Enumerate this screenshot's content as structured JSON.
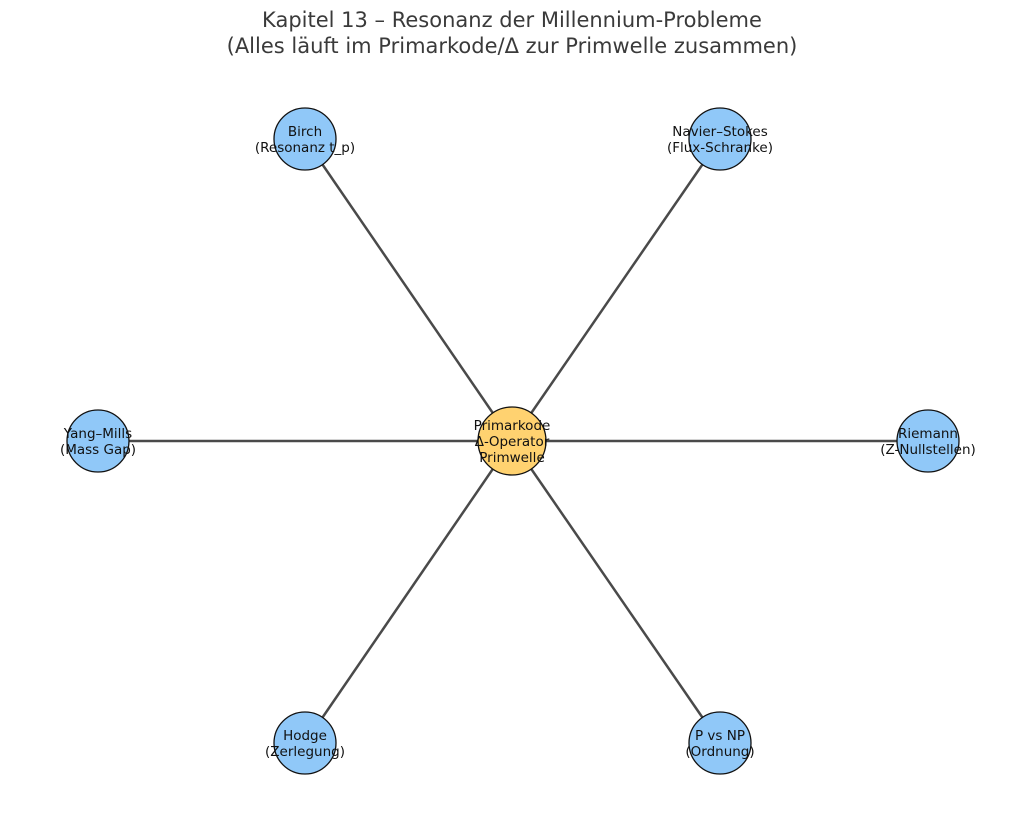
{
  "title": {
    "line1": "Kapitel 13 – Resonanz der Millennium-Probleme",
    "line2": "(Alles läuft im Primarkode/Δ zur Primwelle zusammen)"
  },
  "center": {
    "name": "primarkode",
    "lines": [
      "Primarkode",
      "Δ-Operator",
      "Primwelle"
    ],
    "color": "#ffd270"
  },
  "nodes": [
    {
      "name": "birch",
      "lines": [
        "Birch",
        "(Resonanz t_p)"
      ],
      "color": "#90c8f8"
    },
    {
      "name": "navier-stokes",
      "lines": [
        "Navier–Stokes",
        "(Flux-Schranke)"
      ],
      "color": "#90c8f8"
    },
    {
      "name": "yang-mills",
      "lines": [
        "Yang–Mills",
        "(Mass Gap)"
      ],
      "color": "#90c8f8"
    },
    {
      "name": "riemann",
      "lines": [
        "Riemann",
        "(Z-Nullstellen)"
      ],
      "color": "#90c8f8"
    },
    {
      "name": "hodge",
      "lines": [
        "Hodge",
        "(Zerlegung)"
      ],
      "color": "#90c8f8"
    },
    {
      "name": "p-vs-np",
      "lines": [
        "P vs NP",
        "(Ordnung)"
      ],
      "color": "#90c8f8"
    }
  ],
  "edge_color": "#4a4a4a"
}
